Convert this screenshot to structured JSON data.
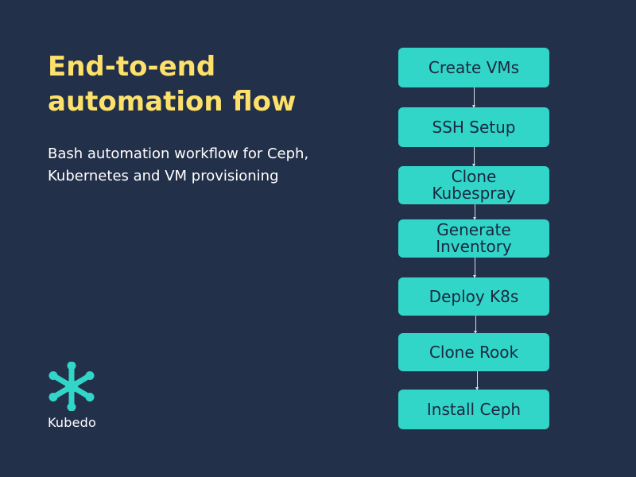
{
  "heading": {
    "line1": "End-to-end",
    "line2": "automation flow"
  },
  "subtitle": {
    "line1": "Bash automation workflow for Ceph,",
    "line2": "Kubernetes and VM provisioning"
  },
  "flow": {
    "steps": [
      {
        "lines": [
          "Create VMs"
        ]
      },
      {
        "lines": [
          "SSH Setup"
        ]
      },
      {
        "lines": [
          "Clone",
          "Kubespray"
        ]
      },
      {
        "lines": [
          "Generate",
          "Inventory"
        ]
      },
      {
        "lines": [
          "Deploy K8s"
        ]
      },
      {
        "lines": [
          "Clone Rook"
        ]
      },
      {
        "lines": [
          "Install Ceph"
        ]
      }
    ]
  },
  "brand": {
    "name": "Kubedo",
    "logo_icon": "kubedo-asterisk-icon",
    "logo_color": "#31d6c8"
  },
  "colors": {
    "background": "#233049",
    "title": "#fde16a",
    "step_fill": "#31d6c8",
    "step_text": "#1c2740",
    "connector": "#d8dde6"
  }
}
